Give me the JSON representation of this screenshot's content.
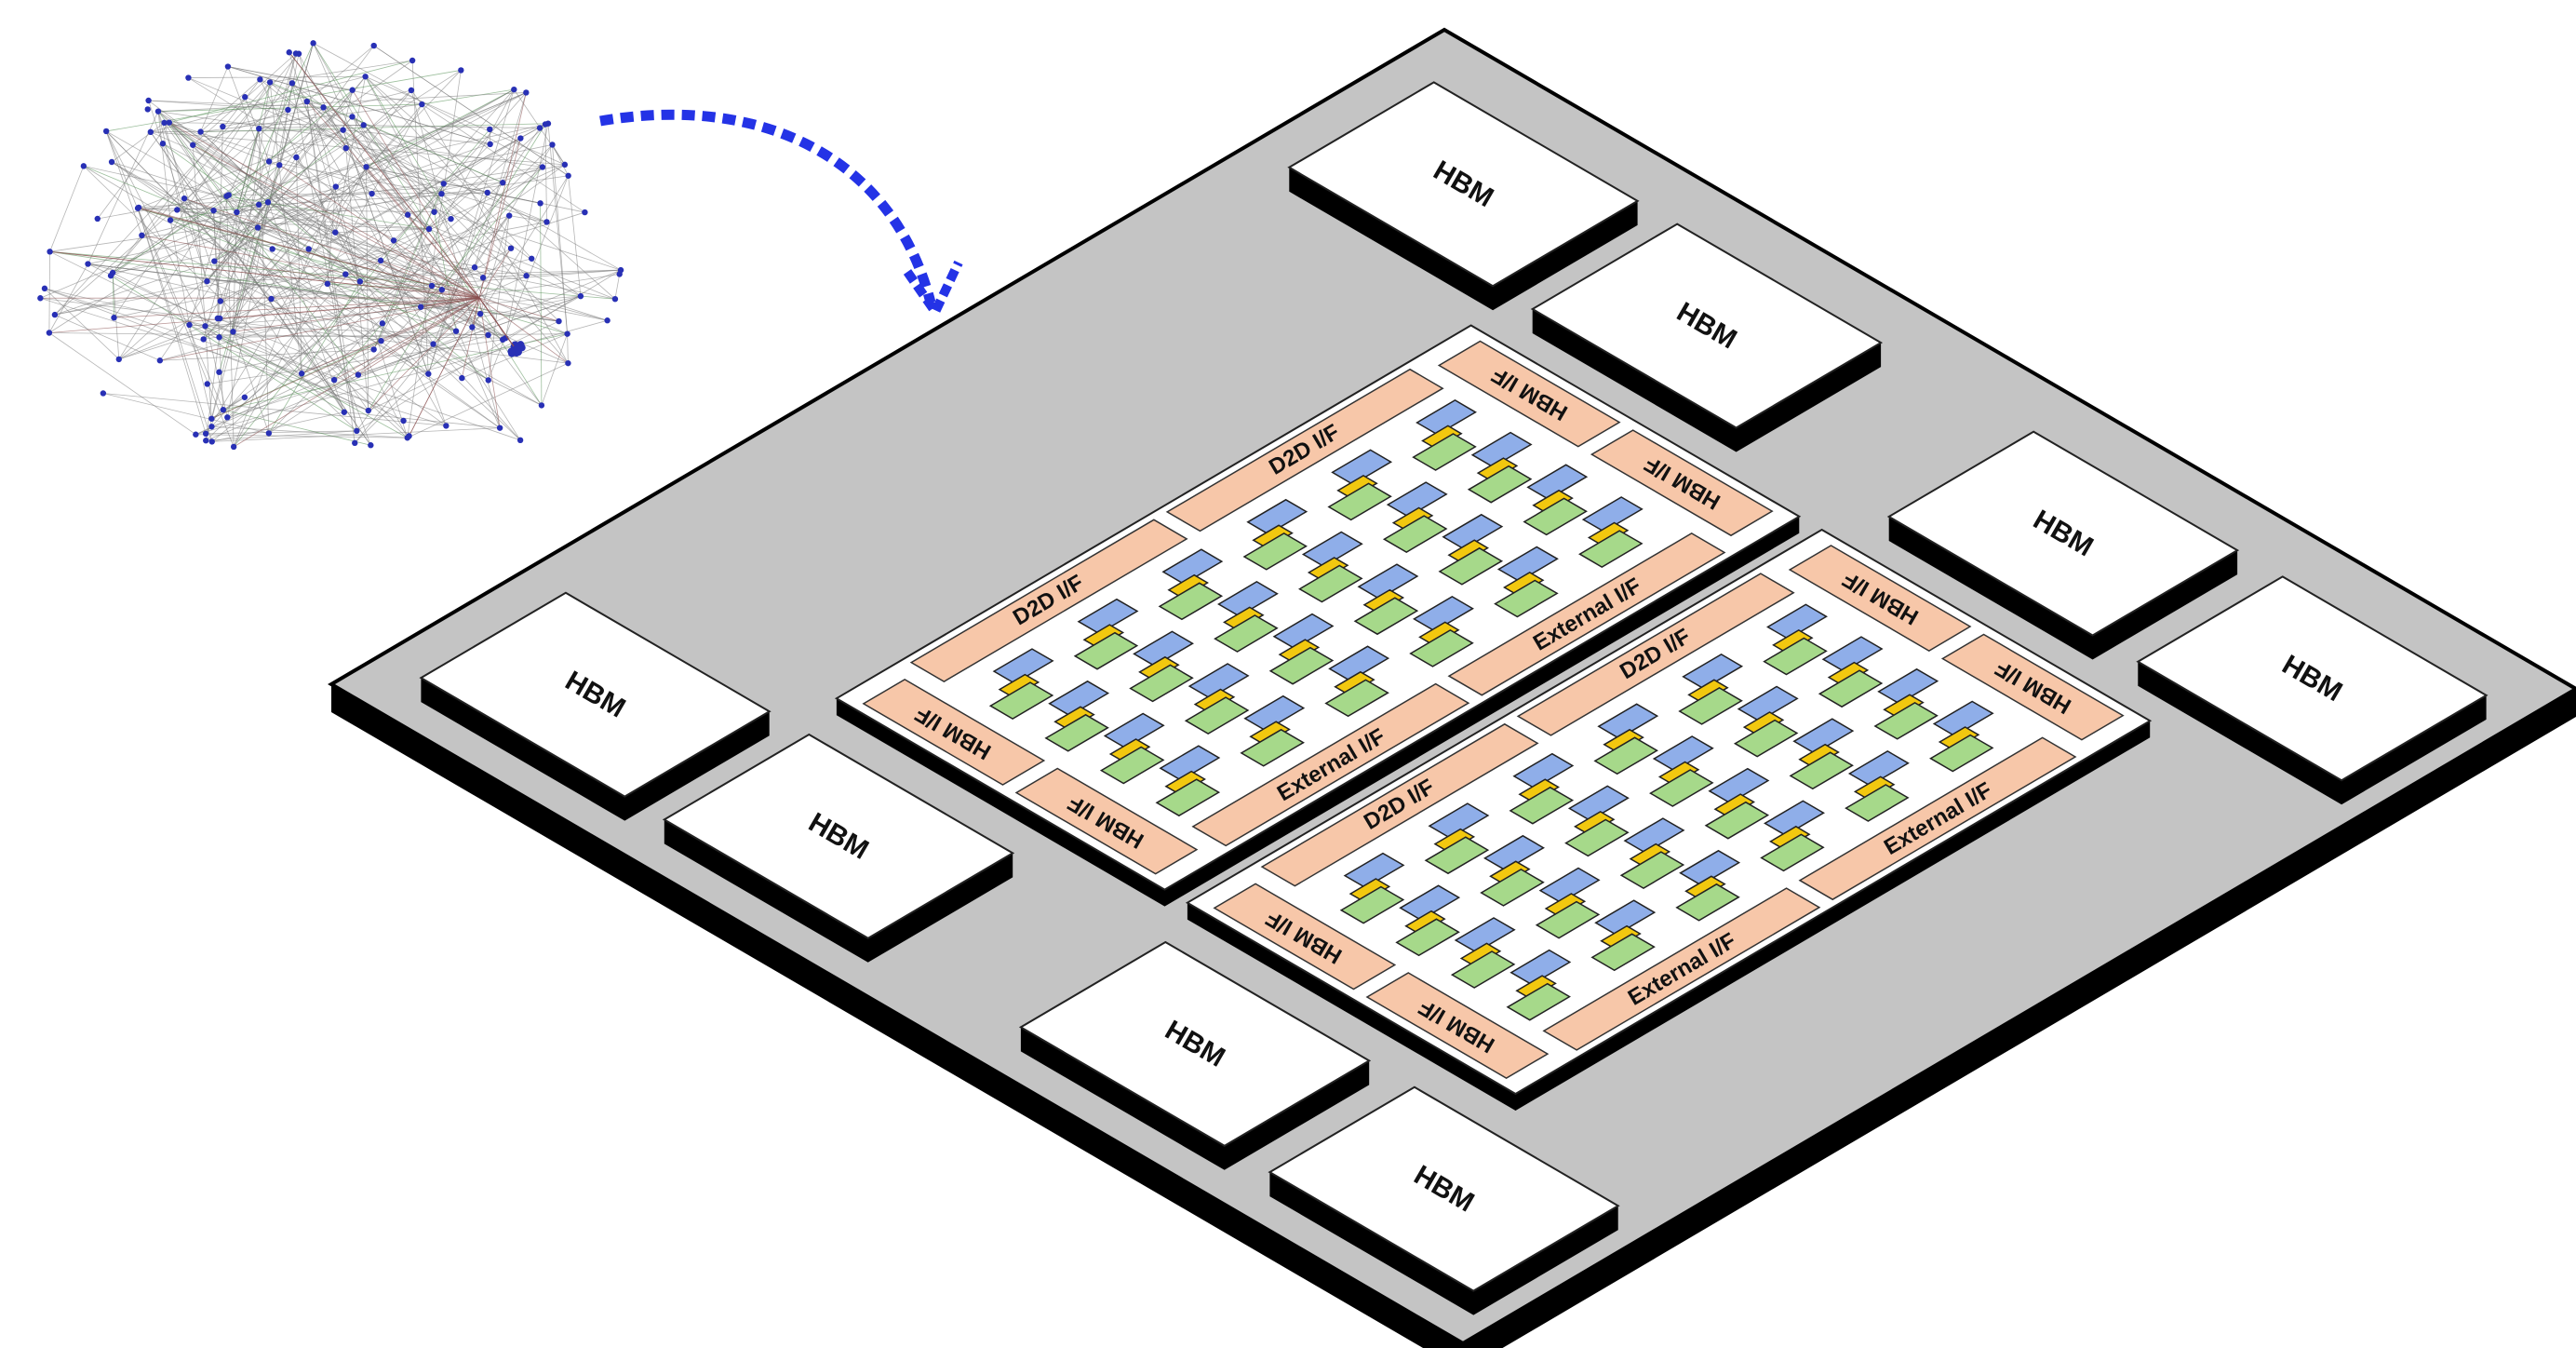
{
  "colors": {
    "substrate": "#c4c4c4",
    "substrate_dark": "#000000",
    "hbm_face": "#ffffff",
    "hbm_side": "#000000",
    "interface": "#f7c7a9",
    "core_blue": "#8faee9",
    "core_yellow": "#f2c80f",
    "core_green": "#a6d98a",
    "arrow": "#2433e6",
    "graph_edge": "#7a7a7a",
    "graph_node": "#2830b5"
  },
  "labels": {
    "hbm": "HBM",
    "hbm_if": "HBM I/F",
    "d2d_if": "D2D I/F",
    "external_if": "External I/F"
  },
  "hbm_stacks": [
    {
      "id": "hbm-1",
      "label": "HBM"
    },
    {
      "id": "hbm-2",
      "label": "HBM"
    },
    {
      "id": "hbm-3",
      "label": "HBM"
    },
    {
      "id": "hbm-4",
      "label": "HBM"
    },
    {
      "id": "hbm-5",
      "label": "HBM"
    },
    {
      "id": "hbm-6",
      "label": "HBM"
    },
    {
      "id": "hbm-7",
      "label": "HBM"
    },
    {
      "id": "hbm-8",
      "label": "HBM"
    }
  ],
  "dies": [
    {
      "id": "die-top",
      "interfaces": [
        "D2D I/F",
        "D2D I/F",
        "HBM I/F",
        "HBM I/F",
        "HBM I/F",
        "HBM I/F",
        "External I/F",
        "External I/F"
      ],
      "core_rows": 4,
      "core_cols": 6
    },
    {
      "id": "die-bottom",
      "interfaces": [
        "D2D I/F",
        "D2D I/F",
        "HBM I/F",
        "HBM I/F",
        "HBM I/F",
        "HBM I/F",
        "External I/F",
        "External I/F"
      ],
      "core_rows": 4,
      "core_cols": 6
    }
  ]
}
